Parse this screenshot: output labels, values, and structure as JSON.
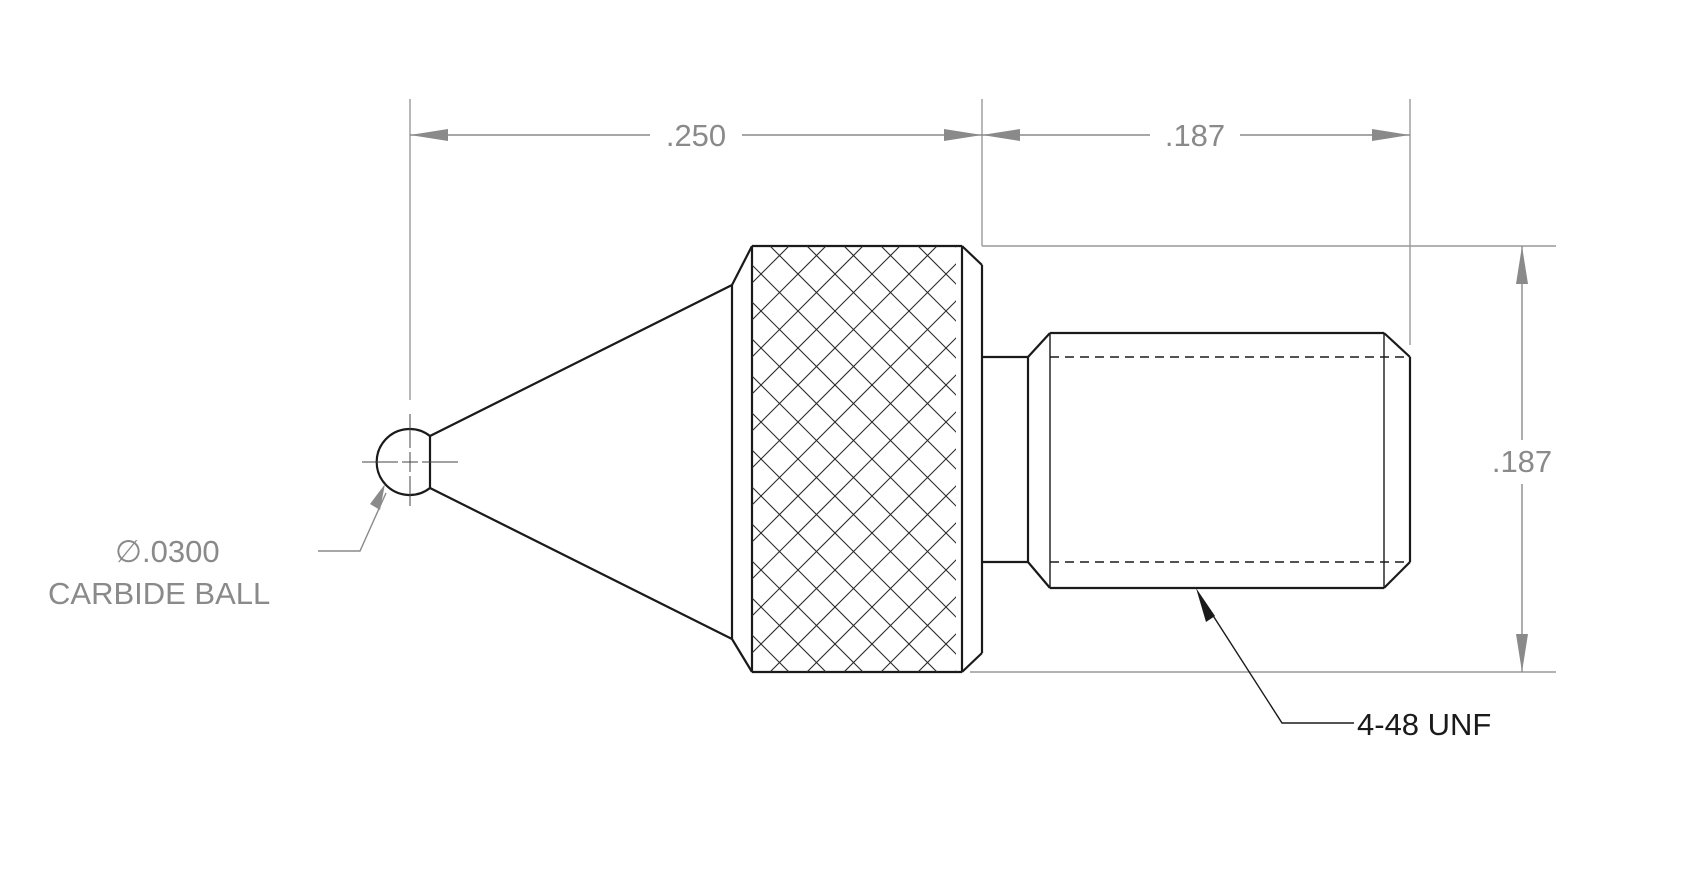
{
  "drawing": {
    "dimensions": {
      "left_length": ".250",
      "right_length": ".187",
      "height": ".187"
    },
    "notes": {
      "ball_diameter": "∅.0300",
      "ball_material": "CARBIDE BALL",
      "thread": "4-48 UNF"
    },
    "colors": {
      "dimension": "#8a8a8a",
      "object": "#1a1a1a",
      "background": "#ffffff"
    }
  }
}
